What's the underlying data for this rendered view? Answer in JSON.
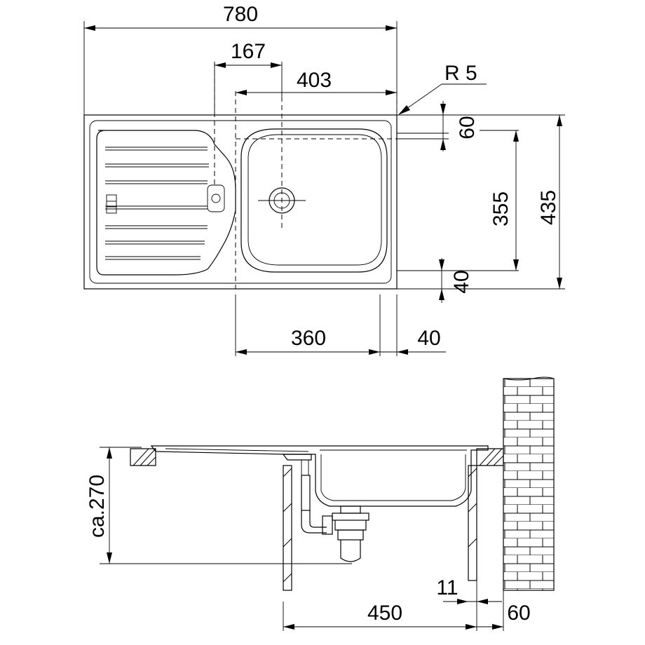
{
  "drawing": {
    "top_view": {
      "overall_width": "780",
      "drainer_offset": "167",
      "bowl_outer_width": "403",
      "corner_radius": "R 5",
      "rear_offset": "60",
      "bowl_depth": "355",
      "overall_depth": "435",
      "front_offset": "40",
      "bowl_width": "360",
      "side_offset": "40"
    },
    "side_view": {
      "installation_height": "ca.270",
      "panel_thickness": "11",
      "cabinet_width": "450",
      "wall_offset": "60"
    }
  }
}
